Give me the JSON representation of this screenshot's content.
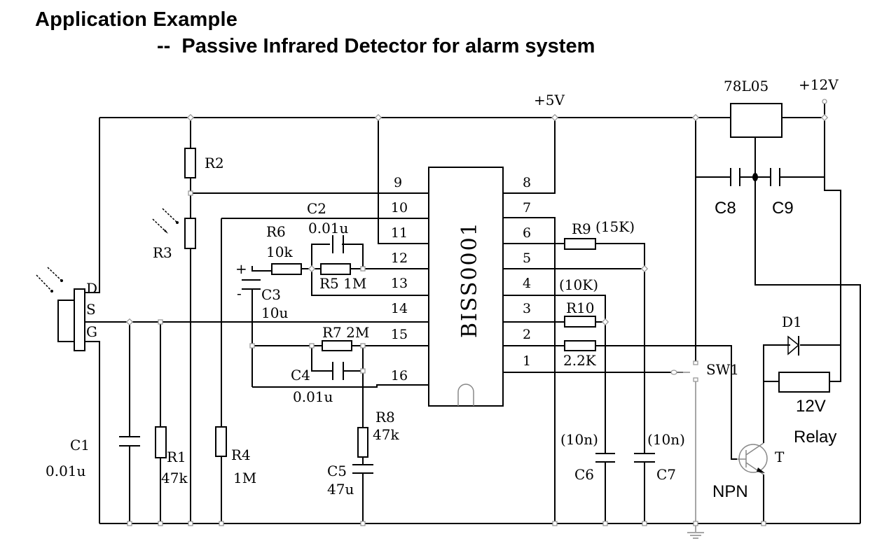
{
  "title": {
    "line1": "Application Example",
    "line2": "--  Passive Infrared Detector for alarm system"
  },
  "power": {
    "vcc5": "+5V",
    "vcc12": "+12V",
    "regulator": "78L05"
  },
  "chip": {
    "name": "BISS0001",
    "pins_left": [
      "9",
      "10",
      "11",
      "12",
      "13",
      "14",
      "15",
      "16"
    ],
    "pins_right": [
      "8",
      "7",
      "6",
      "5",
      "4",
      "3",
      "2",
      "1"
    ]
  },
  "sensor": {
    "pins": [
      "D",
      "S",
      "G"
    ]
  },
  "components": {
    "R1": {
      "name": "R1",
      "value": "47k"
    },
    "R2": {
      "name": "R2"
    },
    "R3": {
      "name": "R3"
    },
    "R4": {
      "name": "R4",
      "value": "1M"
    },
    "R5": {
      "label": "R5 1M"
    },
    "R6": {
      "name": "R6",
      "value": "10k"
    },
    "R7": {
      "label": "R7 2M"
    },
    "R8": {
      "name": "R8",
      "value": "47k"
    },
    "R9": {
      "name": "R9",
      "value": "(15K)"
    },
    "R10": {
      "name": "R10",
      "value": "(10K)"
    },
    "R11": {
      "value": "2.2K"
    },
    "C1": {
      "name": "C1",
      "value": "0.01u"
    },
    "C2": {
      "name": "C2",
      "value": "0.01u"
    },
    "C3": {
      "name": "C3",
      "value": "10u",
      "plus": "+",
      "minus": "-"
    },
    "C4": {
      "name": "C4",
      "value": "0.01u"
    },
    "C5": {
      "name": "C5",
      "value": "47u"
    },
    "C6": {
      "name": "C6",
      "value": "(10n)"
    },
    "C7": {
      "name": "C7",
      "value": "(10n)"
    },
    "C8": {
      "name": "C8"
    },
    "C9": {
      "name": "C9"
    },
    "D1": {
      "name": "D1"
    },
    "SW1": {
      "name": "SW1"
    },
    "T": {
      "name": "T",
      "type": "NPN"
    },
    "relay": {
      "voltage": "12V",
      "name": "Relay"
    }
  }
}
